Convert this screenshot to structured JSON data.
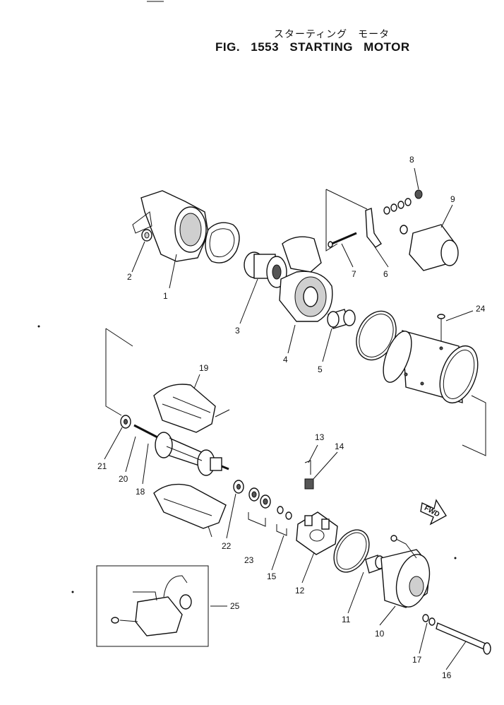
{
  "figure": {
    "title_jp": "スターティング　モータ",
    "title_en": "FIG. 1553  STARTING  MOTOR"
  },
  "direction_marker": "FWD",
  "callouts": [
    "1",
    "2",
    "3",
    "4",
    "5",
    "6",
    "7",
    "8",
    "9",
    "10",
    "11",
    "12",
    "13",
    "14",
    "15",
    "16",
    "17",
    "18",
    "19",
    "20",
    "21",
    "22",
    "23",
    "24",
    "25"
  ]
}
